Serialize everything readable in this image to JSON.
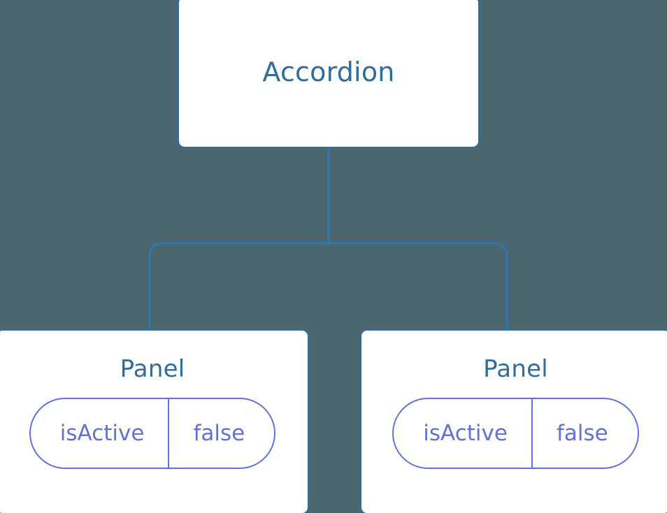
{
  "diagram": {
    "type": "component-tree",
    "background_color": "#4c6670",
    "node_border_color": "#2d6e9e",
    "node_fill_color": "#ffffff",
    "node_text_color": "#2d6e9e",
    "prop_color": "#6272d8",
    "connector_color": "#2d7ab0"
  },
  "root": {
    "label": "Accordion"
  },
  "children": [
    {
      "label": "Panel",
      "props": [
        {
          "key": "isActive",
          "value": "false"
        }
      ]
    },
    {
      "label": "Panel",
      "props": [
        {
          "key": "isActive",
          "value": "false"
        }
      ]
    }
  ]
}
